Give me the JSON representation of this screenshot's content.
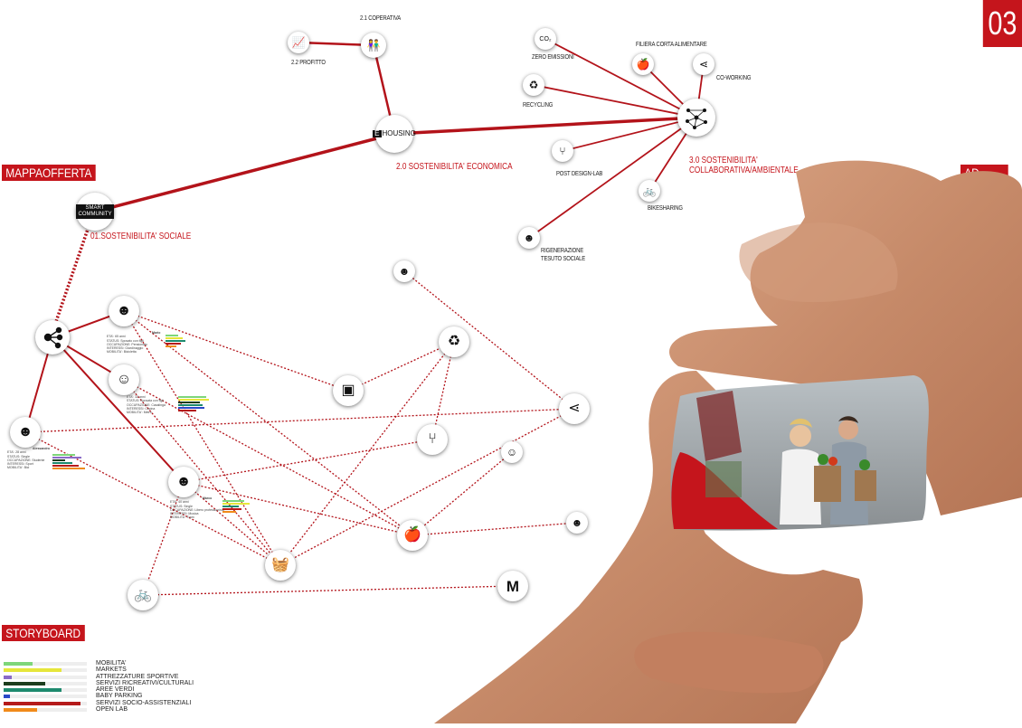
{
  "page_number": "03",
  "sections": {
    "mappa_offerta": "MAPPAOFFERTA",
    "ad_poser": "AD POSER",
    "storyboard": "STORYBOARD"
  },
  "hubs": {
    "sociale": {
      "icon": "smart-community-icon",
      "icon_text": "SMART COMMUNITY",
      "label": "01.SOSTENIBILITA' SOCIALE"
    },
    "economica": {
      "icon": "e-housing-icon",
      "icon_text": "HOUSING",
      "icon_prefix": "E",
      "label": "2.0 SOSTENIBILITA' ECONOMICA"
    },
    "ambientale": {
      "icon": "network-icon",
      "label_line1": "3.0 SOSTENIBILITA'",
      "label_line2": "COLLABORATIVA/AMBIENTALE"
    }
  },
  "offer_nodes": [
    {
      "id": "cooperativa",
      "label": "2.1 COPERATIVA",
      "icon": "people-icon",
      "glyph": "👫"
    },
    {
      "id": "profitto",
      "label": "2.2 PROFITTO",
      "icon": "chart-icon",
      "glyph": "📈"
    },
    {
      "id": "zero_emissioni",
      "label": "ZERO EMISSIONI",
      "icon": "co2-icon",
      "glyph": "CO₂"
    },
    {
      "id": "filiera",
      "label": "FILIERA CORTA ALIMENTARE",
      "icon": "food-icon",
      "glyph": "🍎"
    },
    {
      "id": "coworking",
      "label": "CO-WORKING",
      "icon": "share-icon",
      "glyph": "⋖"
    },
    {
      "id": "recycling",
      "label": "RECYCLING",
      "icon": "recycle-icon",
      "glyph": "♻"
    },
    {
      "id": "post_design",
      "label": "POST DESIGN-LAB",
      "icon": "chair-icon",
      "glyph": "⑂"
    },
    {
      "id": "bikesharing",
      "label": "BIKESHARING",
      "icon": "bike-icon",
      "glyph": "🚲"
    },
    {
      "id": "rigenerazione",
      "label_line1": "RIGENERAZIONE",
      "label_line2": "TESUTO SOCIALE",
      "icon": "face-icon",
      "glyph": "☻"
    }
  ],
  "story_nodes": {
    "hub": {
      "icon": "network-icon",
      "glyph": "⬡"
    },
    "faces": [
      "☻",
      "☺",
      "☻",
      "☻",
      "☻",
      "☺"
    ],
    "recycle": "♻",
    "box": "▣",
    "share": "⋖",
    "chair": "⑂",
    "fruit": "🍎",
    "basket": "🧺",
    "bike": "🚲",
    "metro": "M"
  },
  "profiles": [
    {
      "name": "Mario",
      "lines": [
        "ETA': 65 anni",
        "STATUS: Sposato con figli",
        "OCCUPAZIONE: Pensionato",
        "INTERESSI: Giardinaggio",
        "MOBILITA': Bicicletta"
      ]
    },
    {
      "name": "Laura",
      "lines": [
        "ETA': 32 anni",
        "STATUS: Sposata con figli",
        "OCCUPAZIONE: Casalinga",
        "INTERESSI: Cucina",
        "MOBILITA': Metro"
      ]
    },
    {
      "name": "Alessandro",
      "lines": [
        "ETA': 28 anni",
        "STATUS: Single",
        "OCCUPAZIONE: Studente",
        "INTERESSI: Sport",
        "MOBILITA': Bici"
      ]
    },
    {
      "name": "Marco",
      "lines": [
        "ETA': 40 anni",
        "STATUS: Single",
        "OCCUPAZIONE: Libero professionista",
        "INTERESSI: Musica",
        "MOBILITA': Tram"
      ]
    }
  ],
  "legend": [
    {
      "label": "MOBILITA'",
      "color": "#7ed67a",
      "value": 0.35
    },
    {
      "label": "MARKETS",
      "color": "#e6e63a",
      "value": 0.7
    },
    {
      "label": "ATTREZZATURE SPORTIVE",
      "color": "#8a6bc7",
      "value": 0.1
    },
    {
      "label": "SERVIZI RICREATIVI/CULTURALI",
      "color": "#1d3d1d",
      "value": 0.5
    },
    {
      "label": "AREE VERDI",
      "color": "#1e8a6e",
      "value": 0.7
    },
    {
      "label": "BABY PARKING",
      "color": "#2a48c8",
      "value": 0.08
    },
    {
      "label": "SERVIZI SOCIO-ASSISTENZIALI",
      "color": "#b51a1a",
      "value": 0.92
    },
    {
      "label": "OPEN LAB",
      "color": "#f08a1a",
      "value": 0.4
    }
  ],
  "colors": {
    "accent": "#c5151c",
    "skin": "#c98a6a",
    "line_gray": "#eeeeee"
  }
}
